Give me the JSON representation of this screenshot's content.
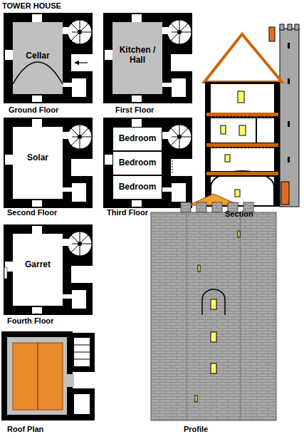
{
  "diagram": {
    "title": "TOWER HOUSE",
    "nodes": [
      {
        "text": [
          "Cellar"
        ]
      },
      {
        "text": [
          "Kitchen / Hall"
        ]
      },
      {
        "text": [
          "Solar"
        ]
      },
      {
        "text": [
          "Bedroom"
        ]
      },
      {
        "text": [
          "Bedroom"
        ]
      },
      {
        "text": [
          "Bedroom"
        ]
      },
      {
        "text": [
          "Garret"
        ]
      }
    ],
    "labels": [
      "Ground Floor",
      "First Floor",
      "Section",
      "Second Floor",
      "Third Floor",
      "Fourth Floor",
      "Roof Plan",
      "Profile"
    ]
  }
}
